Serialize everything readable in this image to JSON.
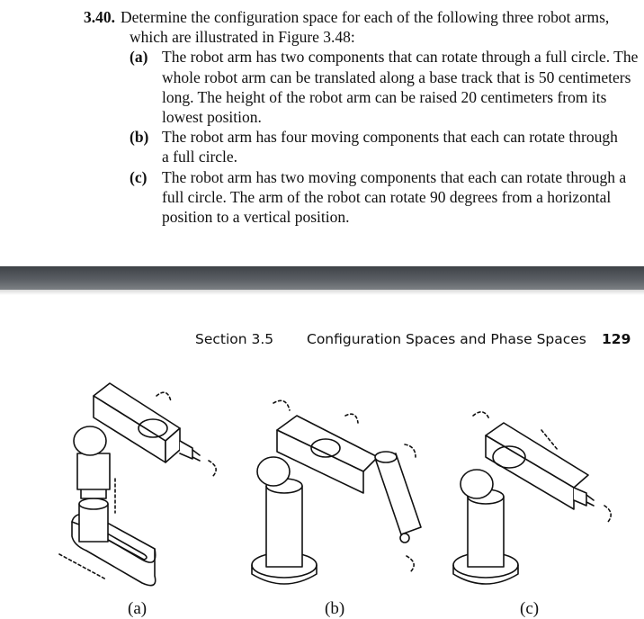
{
  "problem": {
    "number": "3.40.",
    "intro_line1": "Determine the configuration space for each of the following three robot arms,",
    "intro_line2": "which are illustrated in Figure 3.48:",
    "parts": [
      {
        "label": "(a)",
        "lines": [
          "The robot arm has two components that can rotate through a full circle. The",
          "whole robot arm can be translated along a base track that is 50 centimeters",
          "long. The height of the robot arm can be raised 20 centimeters from its",
          "lowest position."
        ]
      },
      {
        "label": "(b)",
        "lines": [
          "The robot arm has four moving components that each can rotate through",
          "a full circle."
        ]
      },
      {
        "label": "(c)",
        "lines": [
          "The robot arm has two moving components that each can rotate through a",
          "full circle. The arm of the robot can rotate 90 degrees from a horizontal",
          "position to a vertical position."
        ]
      }
    ]
  },
  "running_header": {
    "section": "Section 3.5",
    "title": "Configuration Spaces and Phase Spaces",
    "page": "129"
  },
  "figure": {
    "captions": [
      "(a)",
      "(b)",
      "(c)"
    ]
  }
}
